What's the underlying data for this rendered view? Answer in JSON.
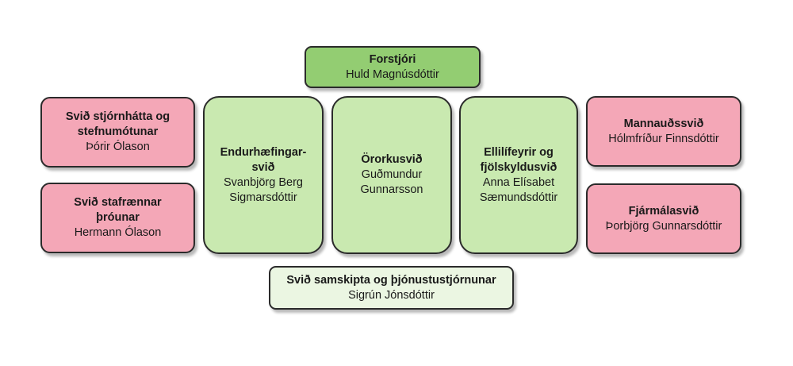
{
  "org_chart": {
    "director": {
      "title": "Forstjóri",
      "person": "Huld Magnúsdóttir"
    },
    "left_units": [
      {
        "title": "Svið stjórnhátta og\nstefnumótunar",
        "person": "Þórir Ólason"
      },
      {
        "title": "Svið stafrænnar\nþróunar",
        "person": "Hermann Ólason"
      }
    ],
    "center_units": [
      {
        "title": "Endurhæfingar-\nsvið",
        "person": "Svanbjörg Berg\nSigmarsdóttir"
      },
      {
        "title": "Örorkusvið",
        "person": "Guðmundur\nGunnarsson"
      },
      {
        "title": "Ellilífeyrir og\nfjölskyldusvið",
        "person": "Anna Elísabet\nSæmundsdóttir"
      }
    ],
    "right_units": [
      {
        "title": "Mannauðssvið",
        "person": "Hólmfríður Finnsdóttir"
      },
      {
        "title": "Fjármálasvið",
        "person": "Þorbjörg Gunnarsdóttir"
      }
    ],
    "bottom_unit": {
      "title": "Svið samskipta og þjónustustjórnunar",
      "person": "Sigrún Jónsdóttir"
    },
    "colors": {
      "director": "#93cd72",
      "core_divisions": "#c9e9b0",
      "communications": "#ebf6e2",
      "support_divisions": "#f4a7b7"
    }
  }
}
